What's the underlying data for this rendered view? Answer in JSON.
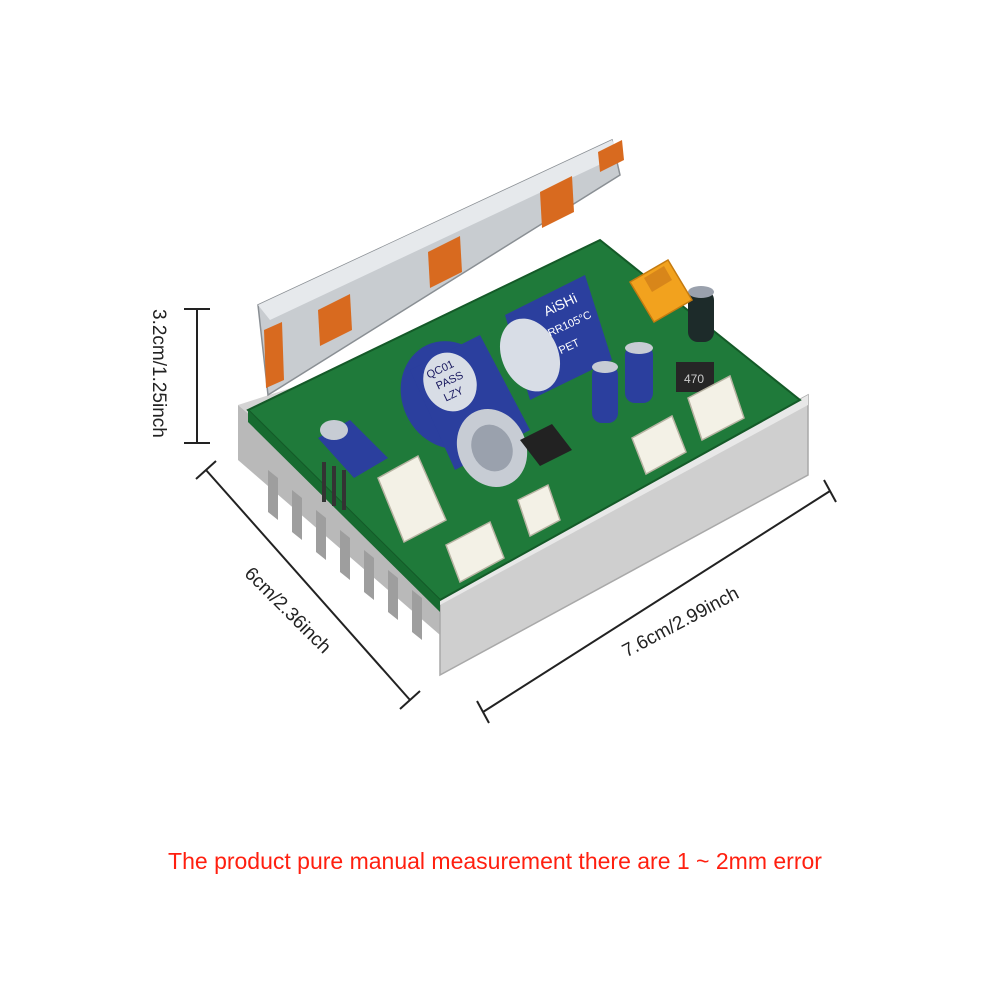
{
  "dimensions": {
    "height": "3.2cm/1.25inch",
    "width": "6cm/2.36inch",
    "length": "7.6cm/2.99inch"
  },
  "note": "The product pure manual measurement there are 1 ~ 2mm error",
  "product_markings": {
    "big_cap_brand": "AiSHi",
    "big_cap_rating": "RR105°C",
    "big_cap_pet": "PET",
    "qc_sticker": [
      "QC01",
      "PASS",
      "LZY"
    ],
    "inductor": "470"
  },
  "colors": {
    "pcb": "#1f7a3a",
    "heatsink": "#c9c9c9",
    "capacitor": "#2b3f9e",
    "connector": "#f3f1e6",
    "xt_connector": "#f2a21e",
    "note_text": "#ff1f0f"
  }
}
